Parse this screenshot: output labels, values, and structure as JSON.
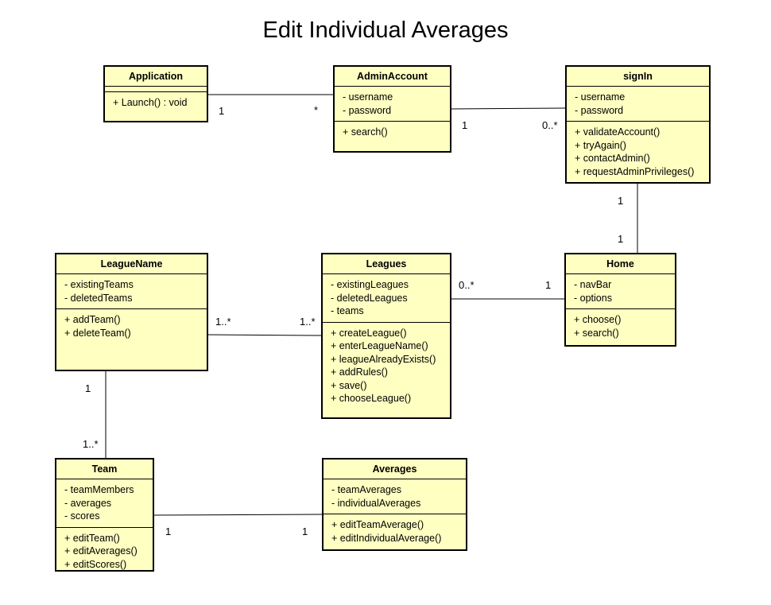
{
  "title": "Edit Individual Averages",
  "classes": {
    "application": {
      "name": "Application",
      "attributes": [],
      "operations": [
        "+ Launch() : void"
      ]
    },
    "admin_account": {
      "name": "AdminAccount",
      "attributes": [
        "- username",
        "- password"
      ],
      "operations": [
        "+ search()"
      ]
    },
    "sign_in": {
      "name": "signIn",
      "attributes": [
        "- username",
        "- password"
      ],
      "operations": [
        "+ validateAccount()",
        "+ tryAgain()",
        "+ contactAdmin()",
        "+ requestAdminPrivileges()"
      ]
    },
    "league_name": {
      "name": "LeagueName",
      "attributes": [
        "- existingTeams",
        "- deletedTeams"
      ],
      "operations": [
        "+ addTeam()",
        "+ deleteTeam()"
      ]
    },
    "leagues": {
      "name": "Leagues",
      "attributes": [
        "- existingLeagues",
        "- deletedLeagues",
        "- teams"
      ],
      "operations": [
        "+ createLeague()",
        "+ enterLeagueName()",
        "+ leagueAlreadyExists()",
        "+ addRules()",
        "+ save()",
        "+ chooseLeague()"
      ]
    },
    "home": {
      "name": "Home",
      "attributes": [
        "- navBar",
        "- options"
      ],
      "operations": [
        "+ choose()",
        "+ search()"
      ]
    },
    "team": {
      "name": "Team",
      "attributes": [
        "- teamMembers",
        "- averages",
        "- scores"
      ],
      "operations": [
        "+ editTeam()",
        "+ editAverages()",
        "+ editScores()"
      ]
    },
    "averages": {
      "name": "Averages",
      "attributes": [
        "- teamAverages",
        "- individualAverages"
      ],
      "operations": [
        "+ editTeamAverage()",
        "+ editIndividualAverage()"
      ]
    }
  },
  "associations": [
    {
      "from": "Application",
      "to": "AdminAccount",
      "from_mult": "1",
      "to_mult": "*"
    },
    {
      "from": "AdminAccount",
      "to": "signIn",
      "from_mult": "1",
      "to_mult": "0..*"
    },
    {
      "from": "signIn",
      "to": "Home",
      "from_mult": "1",
      "to_mult": "1"
    },
    {
      "from": "Leagues",
      "to": "Home",
      "from_mult": "0..*",
      "to_mult": "1"
    },
    {
      "from": "LeagueName",
      "to": "Leagues",
      "from_mult": "1..*",
      "to_mult": "1..*"
    },
    {
      "from": "LeagueName",
      "to": "Team",
      "from_mult": "1",
      "to_mult": "1..*"
    },
    {
      "from": "Team",
      "to": "Averages",
      "from_mult": "1",
      "to_mult": "1"
    }
  ]
}
